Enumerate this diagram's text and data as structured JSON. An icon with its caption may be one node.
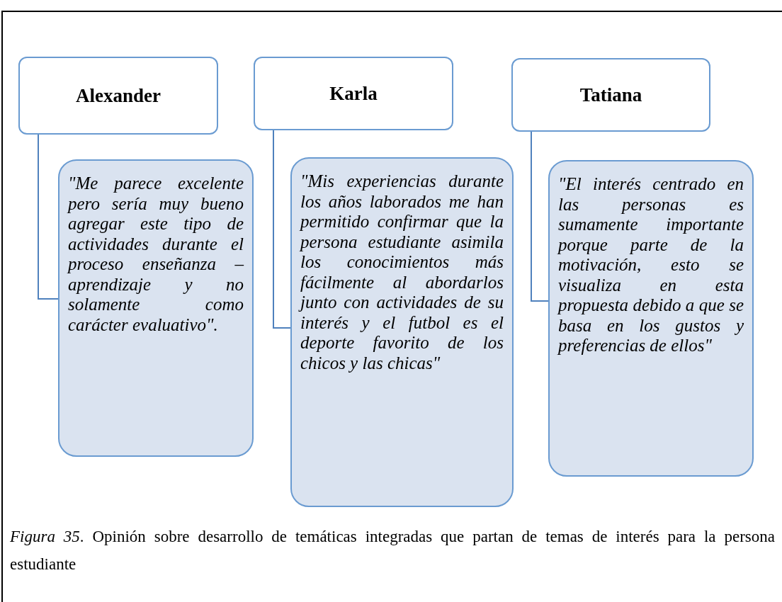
{
  "diagram": {
    "caption": "*Figura 35*. Opinión sobre desarrollo de temáticas integradas que partan de temas de interés para la persona estudiante",
    "nodes": [
      {
        "text": [
          "Alexander"
        ]
      },
      {
        "text": [
          "\"Me parece excelente pero sería muy bueno agregar este tipo de actividades durante el proceso enseñanza – aprendizaje y no solamente como carácter evaluativo\"."
        ]
      },
      {
        "text": [
          "Karla"
        ]
      },
      {
        "text": [
          "\"Mis experiencias durante los años laborados me han permitido confirmar que la persona estudiante asimila los conocimientos más fácilmente al abordarlos junto con actividades de su interés y el futbol es el deporte favorito de los chicos y las chicas\""
        ]
      },
      {
        "text": [
          "Tatiana"
        ]
      },
      {
        "text": [
          "\"El interés centrado en las personas es sumamente importante porque parte de la motivación, esto se visualiza en esta propuesta debido a que se basa en los gustos y preferencias de ellos\""
        ]
      }
    ],
    "edges": [
      {
        "from": 0,
        "to": 1,
        "arrow": "none"
      },
      {
        "from": 2,
        "to": 3,
        "arrow": "none"
      },
      {
        "from": 4,
        "to": 5,
        "arrow": "none"
      }
    ]
  }
}
